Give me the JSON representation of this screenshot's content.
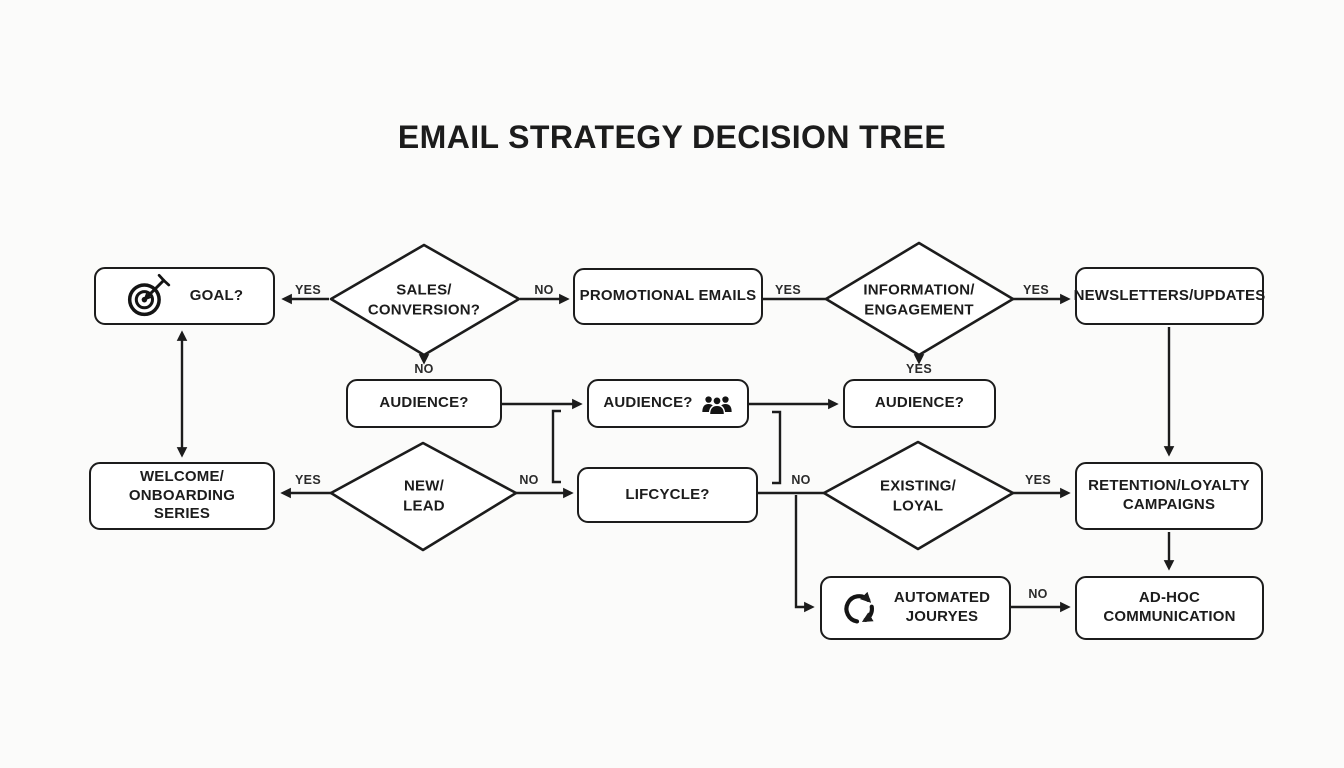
{
  "title": "EMAIL STRATEGY DECISION TREE",
  "nodes": {
    "goal": {
      "label": "GOAL?",
      "icon": "target-icon"
    },
    "sales": {
      "line1": "SALES/",
      "line2": "CONVERSION?"
    },
    "promo": {
      "label": "PROMOTIONAL EMAILS"
    },
    "info": {
      "line1": "INFORMATION/",
      "line2": "ENGAGEMENT"
    },
    "newsletters": {
      "label": "NEWSLETTERS/UPDATES"
    },
    "audience_left": {
      "label": "AUDIENCE?"
    },
    "audience_mid": {
      "label": "AUDIENCE?",
      "icon": "people-icon"
    },
    "audience_right": {
      "label": "AUDIENCE?"
    },
    "welcome": {
      "line1": "WELCOME/",
      "line2": "ONBOARDING",
      "line3": "SERIES"
    },
    "new_lead": {
      "line1": "NEW/",
      "line2": "LEAD"
    },
    "lifecycle": {
      "label": "LIFCYCLE?"
    },
    "existing": {
      "line1": "EXISTING/",
      "line2": "LOYAL"
    },
    "retention": {
      "line1": "RETENTION/LOYALTY",
      "line2": "CAMPAIGNS"
    },
    "automated": {
      "line1": "AUTOMATED",
      "line2": "JOURYES",
      "icon": "cycle-icon"
    },
    "adhoc": {
      "line1": "AD-HOC",
      "line2": "COMMUNICATION"
    }
  },
  "labels": {
    "sales_to_goal": "YES",
    "sales_to_promo": "NO",
    "sales_down": "NO",
    "promo_to_info": "YES",
    "info_down": "YES",
    "info_to_newsletters": "YES",
    "new_to_welcome": "YES",
    "new_to_lifecycle": "NO",
    "lifecycle_to_existing": "NO",
    "existing_to_retention": "YES",
    "automated_to_adhoc": "NO"
  },
  "colors": {
    "ink": "#1c1c1c",
    "background": "#fbfbfa",
    "node_fill": "#ffffff",
    "edge_label": "#2b2b2b"
  }
}
